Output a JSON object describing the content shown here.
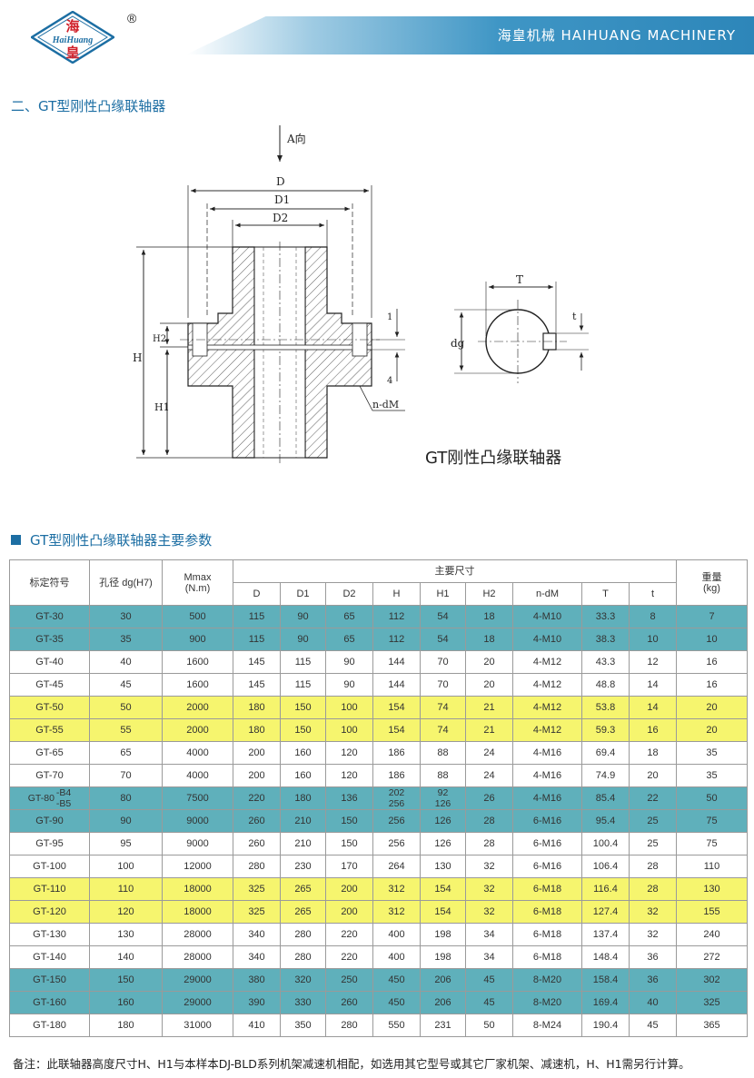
{
  "header": {
    "brand_cn": "海",
    "brand_cn_2": "皇",
    "brand_en": "HaiHuang",
    "reg_mark": "®",
    "company": "海皇机械  HAIHUANG MACHINERY"
  },
  "section_title": "二、GT型刚性凸缘联轴器",
  "drawing": {
    "a_dir": "A向",
    "D": "D",
    "D1": "D1",
    "D2": "D2",
    "H": "H",
    "H1": "H1",
    "H2": "H2",
    "one": "1",
    "four": "4",
    "ndm": "n-dM",
    "T": "T",
    "dg": "dg",
    "t": "t",
    "caption": "GT刚性凸缘联轴器"
  },
  "table_title": "GT型刚性凸缘联轴器主要参数",
  "table": {
    "headers": {
      "model": "标定符号",
      "bore": "孔径 dg(H7)",
      "mmax": "Mmax",
      "mmax_unit": "(N.m)",
      "main_dims": "主要尺寸",
      "weight": "重量",
      "weight_unit": "(kg)",
      "D": "D",
      "D1": "D1",
      "D2": "D2",
      "H": "H",
      "H1": "H1",
      "H2": "H2",
      "ndm": "n-dM",
      "T": "T",
      "t": "t"
    },
    "rows": [
      {
        "model": "GT-30",
        "bore": "30",
        "mmax": "500",
        "D": "115",
        "D1": "90",
        "D2": "65",
        "H": "112",
        "H1": "54",
        "H2": "18",
        "ndm": "4-M10",
        "T": "33.3",
        "t": "8",
        "w": "7",
        "color": "teal"
      },
      {
        "model": "GT-35",
        "bore": "35",
        "mmax": "900",
        "D": "115",
        "D1": "90",
        "D2": "65",
        "H": "112",
        "H1": "54",
        "H2": "18",
        "ndm": "4-M10",
        "T": "38.3",
        "t": "10",
        "w": "10",
        "color": "teal"
      },
      {
        "model": "GT-40",
        "bore": "40",
        "mmax": "1600",
        "D": "145",
        "D1": "115",
        "D2": "90",
        "H": "144",
        "H1": "70",
        "H2": "20",
        "ndm": "4-M12",
        "T": "43.3",
        "t": "12",
        "w": "16",
        "color": "white"
      },
      {
        "model": "GT-45",
        "bore": "45",
        "mmax": "1600",
        "D": "145",
        "D1": "115",
        "D2": "90",
        "H": "144",
        "H1": "70",
        "H2": "20",
        "ndm": "4-M12",
        "T": "48.8",
        "t": "14",
        "w": "16",
        "color": "white"
      },
      {
        "model": "GT-50",
        "bore": "50",
        "mmax": "2000",
        "D": "180",
        "D1": "150",
        "D2": "100",
        "H": "154",
        "H1": "74",
        "H2": "21",
        "ndm": "4-M12",
        "T": "53.8",
        "t": "14",
        "w": "20",
        "color": "yellow"
      },
      {
        "model": "GT-55",
        "bore": "55",
        "mmax": "2000",
        "D": "180",
        "D1": "150",
        "D2": "100",
        "H": "154",
        "H1": "74",
        "H2": "21",
        "ndm": "4-M12",
        "T": "59.3",
        "t": "16",
        "w": "20",
        "color": "yellow"
      },
      {
        "model": "GT-65",
        "bore": "65",
        "mmax": "4000",
        "D": "200",
        "D1": "160",
        "D2": "120",
        "H": "186",
        "H1": "88",
        "H2": "24",
        "ndm": "4-M16",
        "T": "69.4",
        "t": "18",
        "w": "35",
        "color": "white"
      },
      {
        "model": "GT-70",
        "bore": "70",
        "mmax": "4000",
        "D": "200",
        "D1": "160",
        "D2": "120",
        "H": "186",
        "H1": "88",
        "H2": "24",
        "ndm": "4-M16",
        "T": "74.9",
        "t": "20",
        "w": "35",
        "color": "white"
      },
      {
        "model": "GT-80",
        "model_sub1": "-B4",
        "model_sub2": "-B5",
        "bore": "80",
        "mmax": "7500",
        "D": "220",
        "D1": "180",
        "D2": "136",
        "H": "202",
        "H_2": "256",
        "H1": "92",
        "H1_2": "126",
        "H2": "26",
        "ndm": "4-M16",
        "T": "85.4",
        "t": "22",
        "w": "50",
        "color": "teal"
      },
      {
        "model": "GT-90",
        "bore": "90",
        "mmax": "9000",
        "D": "260",
        "D1": "210",
        "D2": "150",
        "H": "256",
        "H1": "126",
        "H2": "28",
        "ndm": "6-M16",
        "T": "95.4",
        "t": "25",
        "w": "75",
        "color": "teal"
      },
      {
        "model": "GT-95",
        "bore": "95",
        "mmax": "9000",
        "D": "260",
        "D1": "210",
        "D2": "150",
        "H": "256",
        "H1": "126",
        "H2": "28",
        "ndm": "6-M16",
        "T": "100.4",
        "t": "25",
        "w": "75",
        "color": "white"
      },
      {
        "model": "GT-100",
        "bore": "100",
        "mmax": "12000",
        "D": "280",
        "D1": "230",
        "D2": "170",
        "H": "264",
        "H1": "130",
        "H2": "32",
        "ndm": "6-M16",
        "T": "106.4",
        "t": "28",
        "w": "110",
        "color": "white"
      },
      {
        "model": "GT-110",
        "bore": "110",
        "mmax": "18000",
        "D": "325",
        "D1": "265",
        "D2": "200",
        "H": "312",
        "H1": "154",
        "H2": "32",
        "ndm": "6-M18",
        "T": "116.4",
        "t": "28",
        "w": "130",
        "color": "yellow"
      },
      {
        "model": "GT-120",
        "bore": "120",
        "mmax": "18000",
        "D": "325",
        "D1": "265",
        "D2": "200",
        "H": "312",
        "H1": "154",
        "H2": "32",
        "ndm": "6-M18",
        "T": "127.4",
        "t": "32",
        "w": "155",
        "color": "yellow"
      },
      {
        "model": "GT-130",
        "bore": "130",
        "mmax": "28000",
        "D": "340",
        "D1": "280",
        "D2": "220",
        "H": "400",
        "H1": "198",
        "H2": "34",
        "ndm": "6-M18",
        "T": "137.4",
        "t": "32",
        "w": "240",
        "color": "white"
      },
      {
        "model": "GT-140",
        "bore": "140",
        "mmax": "28000",
        "D": "340",
        "D1": "280",
        "D2": "220",
        "H": "400",
        "H1": "198",
        "H2": "34",
        "ndm": "6-M18",
        "T": "148.4",
        "t": "36",
        "w": "272",
        "color": "white"
      },
      {
        "model": "GT-150",
        "bore": "150",
        "mmax": "29000",
        "D": "380",
        "D1": "320",
        "D2": "250",
        "H": "450",
        "H1": "206",
        "H2": "45",
        "ndm": "8-M20",
        "T": "158.4",
        "t": "36",
        "w": "302",
        "color": "teal"
      },
      {
        "model": "GT-160",
        "bore": "160",
        "mmax": "29000",
        "D": "390",
        "D1": "330",
        "D2": "260",
        "H": "450",
        "H1": "206",
        "H2": "45",
        "ndm": "8-M20",
        "T": "169.4",
        "t": "40",
        "w": "325",
        "color": "teal"
      },
      {
        "model": "GT-180",
        "bore": "180",
        "mmax": "31000",
        "D": "410",
        "D1": "350",
        "D2": "280",
        "H": "550",
        "H1": "231",
        "H2": "50",
        "ndm": "8-M24",
        "T": "190.4",
        "t": "45",
        "w": "365",
        "color": "white"
      }
    ]
  },
  "footnote": "备注：此联轴器高度尺寸H、H1与本样本DJ-BLD系列机架减速机相配，如选用其它型号或其它厂家机架、减速机，H、H1需另行计算。"
}
